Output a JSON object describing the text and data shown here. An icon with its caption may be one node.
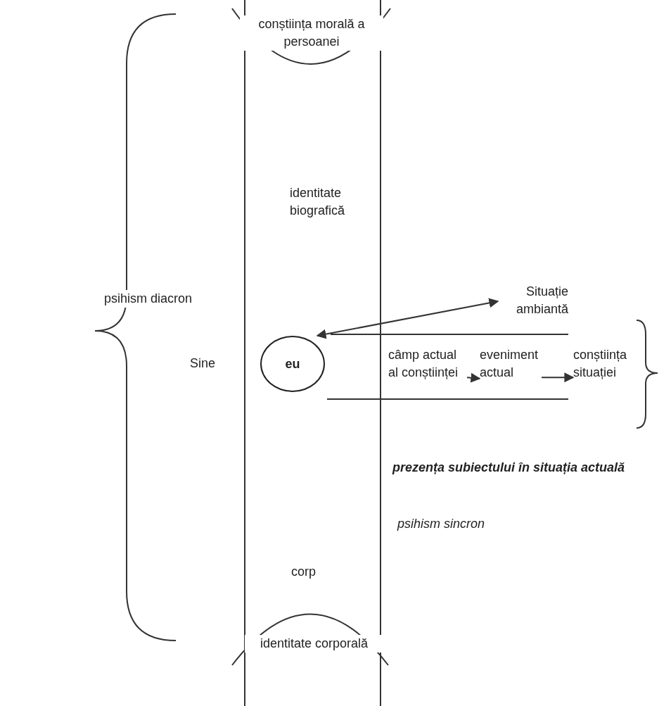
{
  "diagram": {
    "nodes": [
      {
        "text": [
          "eu"
        ]
      },
      {
        "text": [
          "Situație ambiantă"
        ]
      },
      {
        "text": [
          "câmp actual al conștiinței"
        ]
      },
      {
        "text": [
          "eveniment actual"
        ]
      },
      {
        "text": [
          "conștiința situației"
        ]
      }
    ],
    "edges": [
      {
        "from": 0,
        "to": 1,
        "arrow": "both"
      },
      {
        "from": 2,
        "to": 3,
        "arrow": "to"
      },
      {
        "from": 3,
        "to": 4,
        "arrow": "to"
      }
    ],
    "labels": [
      "conștiința morală a persoanei",
      "identitate biografică",
      "psihism diacron",
      "Sine",
      "prezența subiectului în situația actuală",
      "psihism sincron",
      "corp",
      "identitate corporală"
    ]
  }
}
